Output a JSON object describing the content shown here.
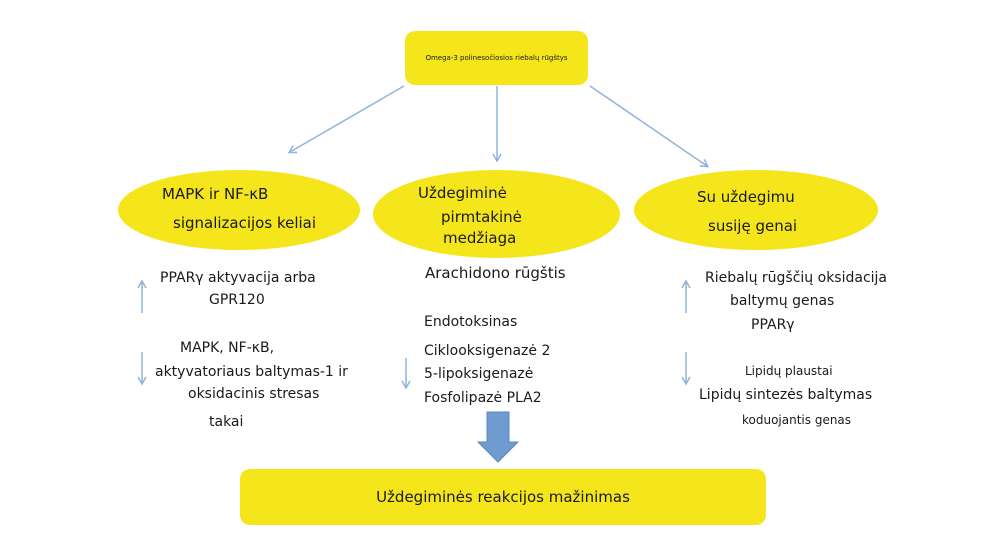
{
  "top_box": "Omega-3 polinesočiosios riebalų rūgštys",
  "bottom_box": "Uždegiminės reakcijos mažinimas",
  "left": {
    "ellipse_lines": [
      "MAPK ir NF-κB",
      "signalizacijos keliai"
    ],
    "up_lines": [
      "PPARγ aktyvacija arba",
      "GPR120"
    ],
    "down_lines": [
      "MAPK, NF-κB,",
      "aktyvatoriaus baltymas-1 ir",
      "oksidacinis stresas",
      "takai"
    ]
  },
  "middle": {
    "ellipse_lines": [
      "Uždegiminė",
      "pirmtakinė",
      "medžiaga"
    ],
    "item_top": "Arachidono rūgštis",
    "list": [
      "Endotoksinas",
      "Ciklooksigenazė 2",
      "5-lipoksigenazė",
      "Fosfolipazė PLA2"
    ]
  },
  "right": {
    "ellipse_lines": [
      "Su uždegimu",
      "susiję genai"
    ],
    "up_lines": [
      "Riebalų rūgščių oksidacija",
      "baltymų genas",
      "PPARγ"
    ],
    "down_lines": [
      "Lipidų plaustai",
      "Lipidų sintezės baltymas",
      "koduojantis genas"
    ]
  },
  "colors": {
    "fill": "#f5e51b",
    "arrow": "#8eb4dc",
    "big_arrow": "#6f9bd1"
  }
}
